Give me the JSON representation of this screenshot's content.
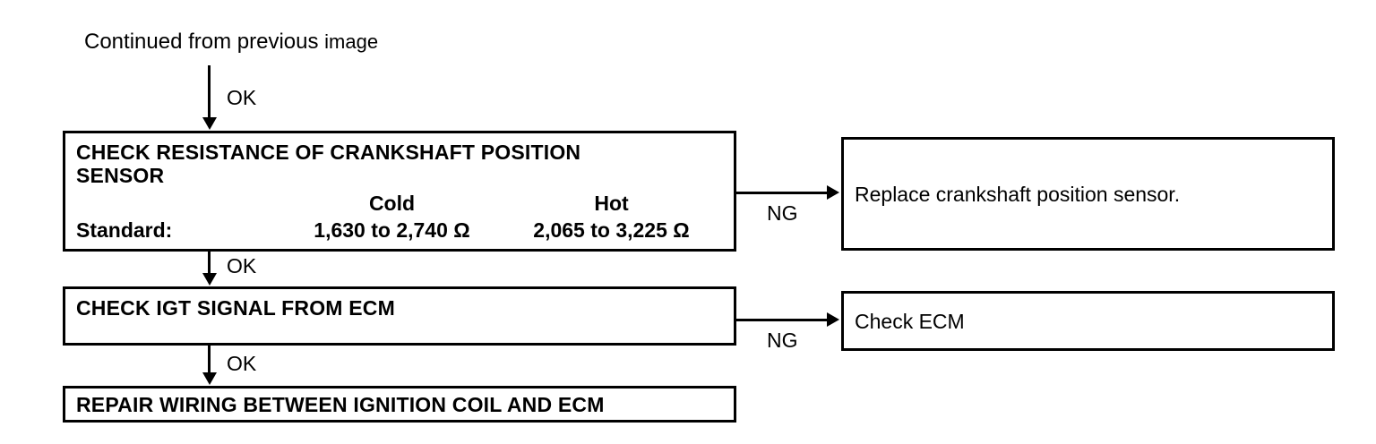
{
  "header": {
    "caption_lead": "Continued from previous",
    "caption_tail": "image"
  },
  "edges": {
    "ok_1": "OK",
    "ok_2": "OK",
    "ok_3": "OK",
    "ng_1": "NG",
    "ng_2": "NG"
  },
  "nodes": {
    "check_resistance": {
      "title": "CHECK RESISTANCE OF CRANKSHAFT POSITION\nSENSOR",
      "spec_label": "Standard:",
      "col_cold_header": "Cold",
      "col_hot_header": "Hot",
      "col_cold_value": "1,630 to 2,740 Ω",
      "col_hot_value": "2,065 to 3,225 Ω"
    },
    "replace_sensor": {
      "title": "Replace crankshaft position sensor."
    },
    "check_igt": {
      "title": "CHECK IGT SIGNAL FROM ECM"
    },
    "check_ecm": {
      "title": "Check ECM"
    },
    "repair_wiring": {
      "title": "REPAIR WIRING BETWEEN IGNITION COIL AND ECM"
    }
  },
  "colors": {
    "line": "#000000",
    "background": "#ffffff"
  }
}
